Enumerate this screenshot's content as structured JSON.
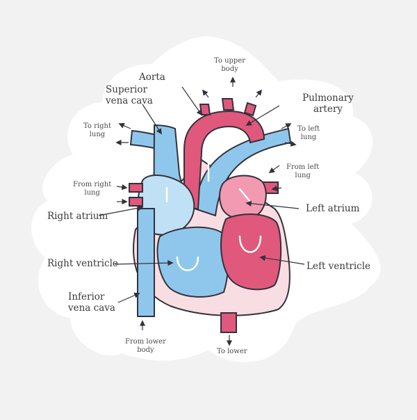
{
  "labels": {
    "aorta": "Aorta",
    "superior_vena_cava": "Superior\nvena cava",
    "pulmonary_artery": "Pulmonary\nartery",
    "to_upper_body": "To upper\nbody",
    "to_right_lung": "To right\nlung",
    "to_left_lung": "To left\nlung",
    "from_left_lung": "From left\nlung",
    "from_right_lung": "From right\nlung",
    "right_atrium": "Right atrium",
    "left_atrium": "Left atrium",
    "right_ventricle": "Right ventricle",
    "left_ventricle": "Left ventricle",
    "inferior_vena_cava": "Inferior\nvena cava",
    "from_lower_body": "From lower\nbody",
    "to_lower": "To lower"
  },
  "colors": {
    "background": "#f2f2f2",
    "sticker_border": "#ffffff",
    "deoxygenated_blue": "#8fc7ec",
    "light_blue": "#bfe0f5",
    "oxygenated_pink": "#e0587c",
    "light_pink": "#f29ab1",
    "heart_wall": "#f8dde2",
    "outline": "#33313a"
  }
}
